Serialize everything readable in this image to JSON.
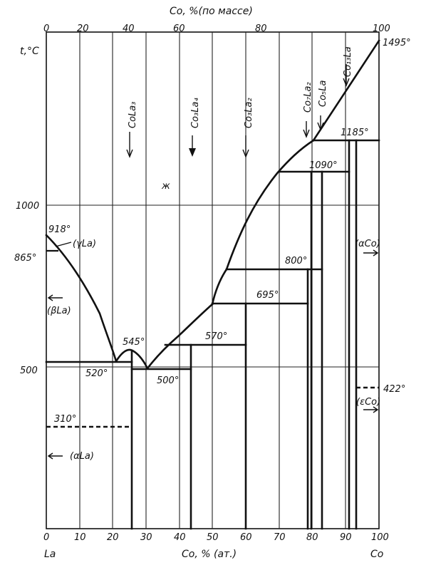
{
  "axes": {
    "top_label": "Co, %(по массе)",
    "bottom_label": "Co, % (ат.)",
    "y_label": "t,°C",
    "left_element": "La",
    "right_element": "Co",
    "top_ticks": [
      "0",
      "20",
      "40",
      "60",
      "80",
      "100"
    ],
    "bottom_ticks": [
      "0",
      "10",
      "20",
      "30",
      "40",
      "50",
      "60",
      "70",
      "80",
      "90",
      "100"
    ],
    "y_ticks": [
      "500",
      "1000"
    ]
  },
  "temperatures": {
    "t1495": "1495°",
    "t1185": "1185°",
    "t1090": "1090°",
    "t918": "918°",
    "t865": "865°",
    "t800": "800°",
    "t695": "695°",
    "t570": "570°",
    "t545": "545°",
    "t520": "520°",
    "t500": "500°",
    "t422": "422°",
    "t310": "310°"
  },
  "compounds": {
    "colA3": "CoLa₃",
    "co3la4": "Co₃La₄",
    "co3la2": "Co₃La₂",
    "co7la2": "Co₇La₂",
    "co5la": "Co₅La",
    "co13la": "Co₁₃La"
  },
  "phases": {
    "liquid": "ж",
    "gamma_la": "(γLa)",
    "beta_la": "(βLa)",
    "alpha_la": "(αLa)",
    "alpha_co": "(αCo)",
    "eps_co": "(εCo)"
  },
  "colors": {
    "ink": "#111111",
    "paper": "#ffffff"
  }
}
